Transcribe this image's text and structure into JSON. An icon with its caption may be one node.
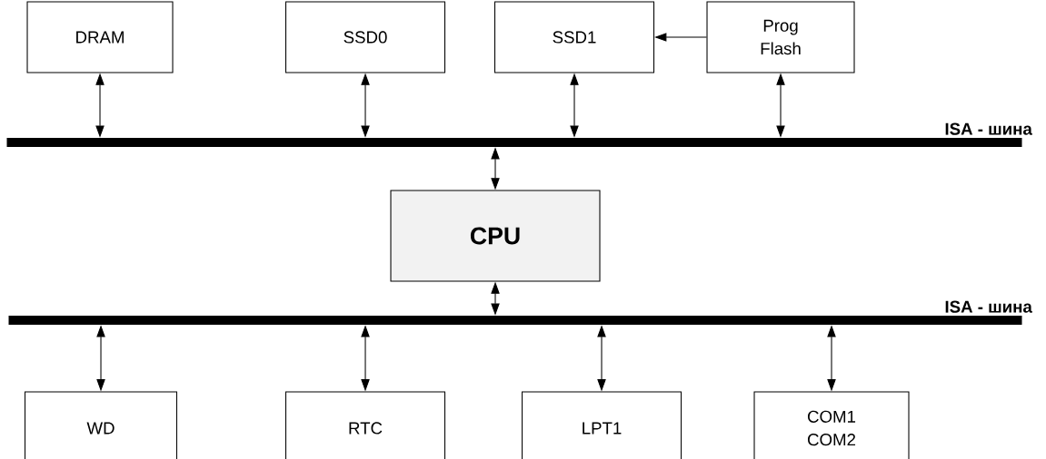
{
  "diagram": {
    "nodes": [
      {
        "text": [
          "DRAM"
        ]
      },
      {
        "text": [
          "SSD0"
        ]
      },
      {
        "text": [
          "SSD1"
        ]
      },
      {
        "text": [
          "Prog Flash"
        ]
      },
      {
        "text": [],
        "shape": "bar",
        "beside": [
          "ISA - шина"
        ]
      },
      {
        "text": [
          "CPU"
        ]
      },
      {
        "text": [],
        "shape": "bar",
        "beside": [
          "ISA - шина"
        ]
      },
      {
        "text": [
          "WD"
        ]
      },
      {
        "text": [
          "RTC"
        ]
      },
      {
        "text": [
          "LPT1"
        ]
      },
      {
        "text": [
          "COM1 COM2"
        ]
      }
    ],
    "edges": [
      {
        "from": 0,
        "to": 4,
        "arrow": "both"
      },
      {
        "from": 1,
        "to": 4,
        "arrow": "both"
      },
      {
        "from": 2,
        "to": 4,
        "arrow": "both"
      },
      {
        "from": 3,
        "to": 2,
        "arrow": "to"
      },
      {
        "from": 3,
        "to": 4,
        "arrow": "both"
      },
      {
        "from": 5,
        "to": 4,
        "arrow": "both"
      },
      {
        "from": 5,
        "to": 6,
        "arrow": "both"
      },
      {
        "from": 7,
        "to": 6,
        "arrow": "both"
      },
      {
        "from": 8,
        "to": 6,
        "arrow": "both"
      },
      {
        "from": 9,
        "to": 6,
        "arrow": "both"
      },
      {
        "from": 10,
        "to": 6,
        "arrow": "both"
      }
    ]
  }
}
